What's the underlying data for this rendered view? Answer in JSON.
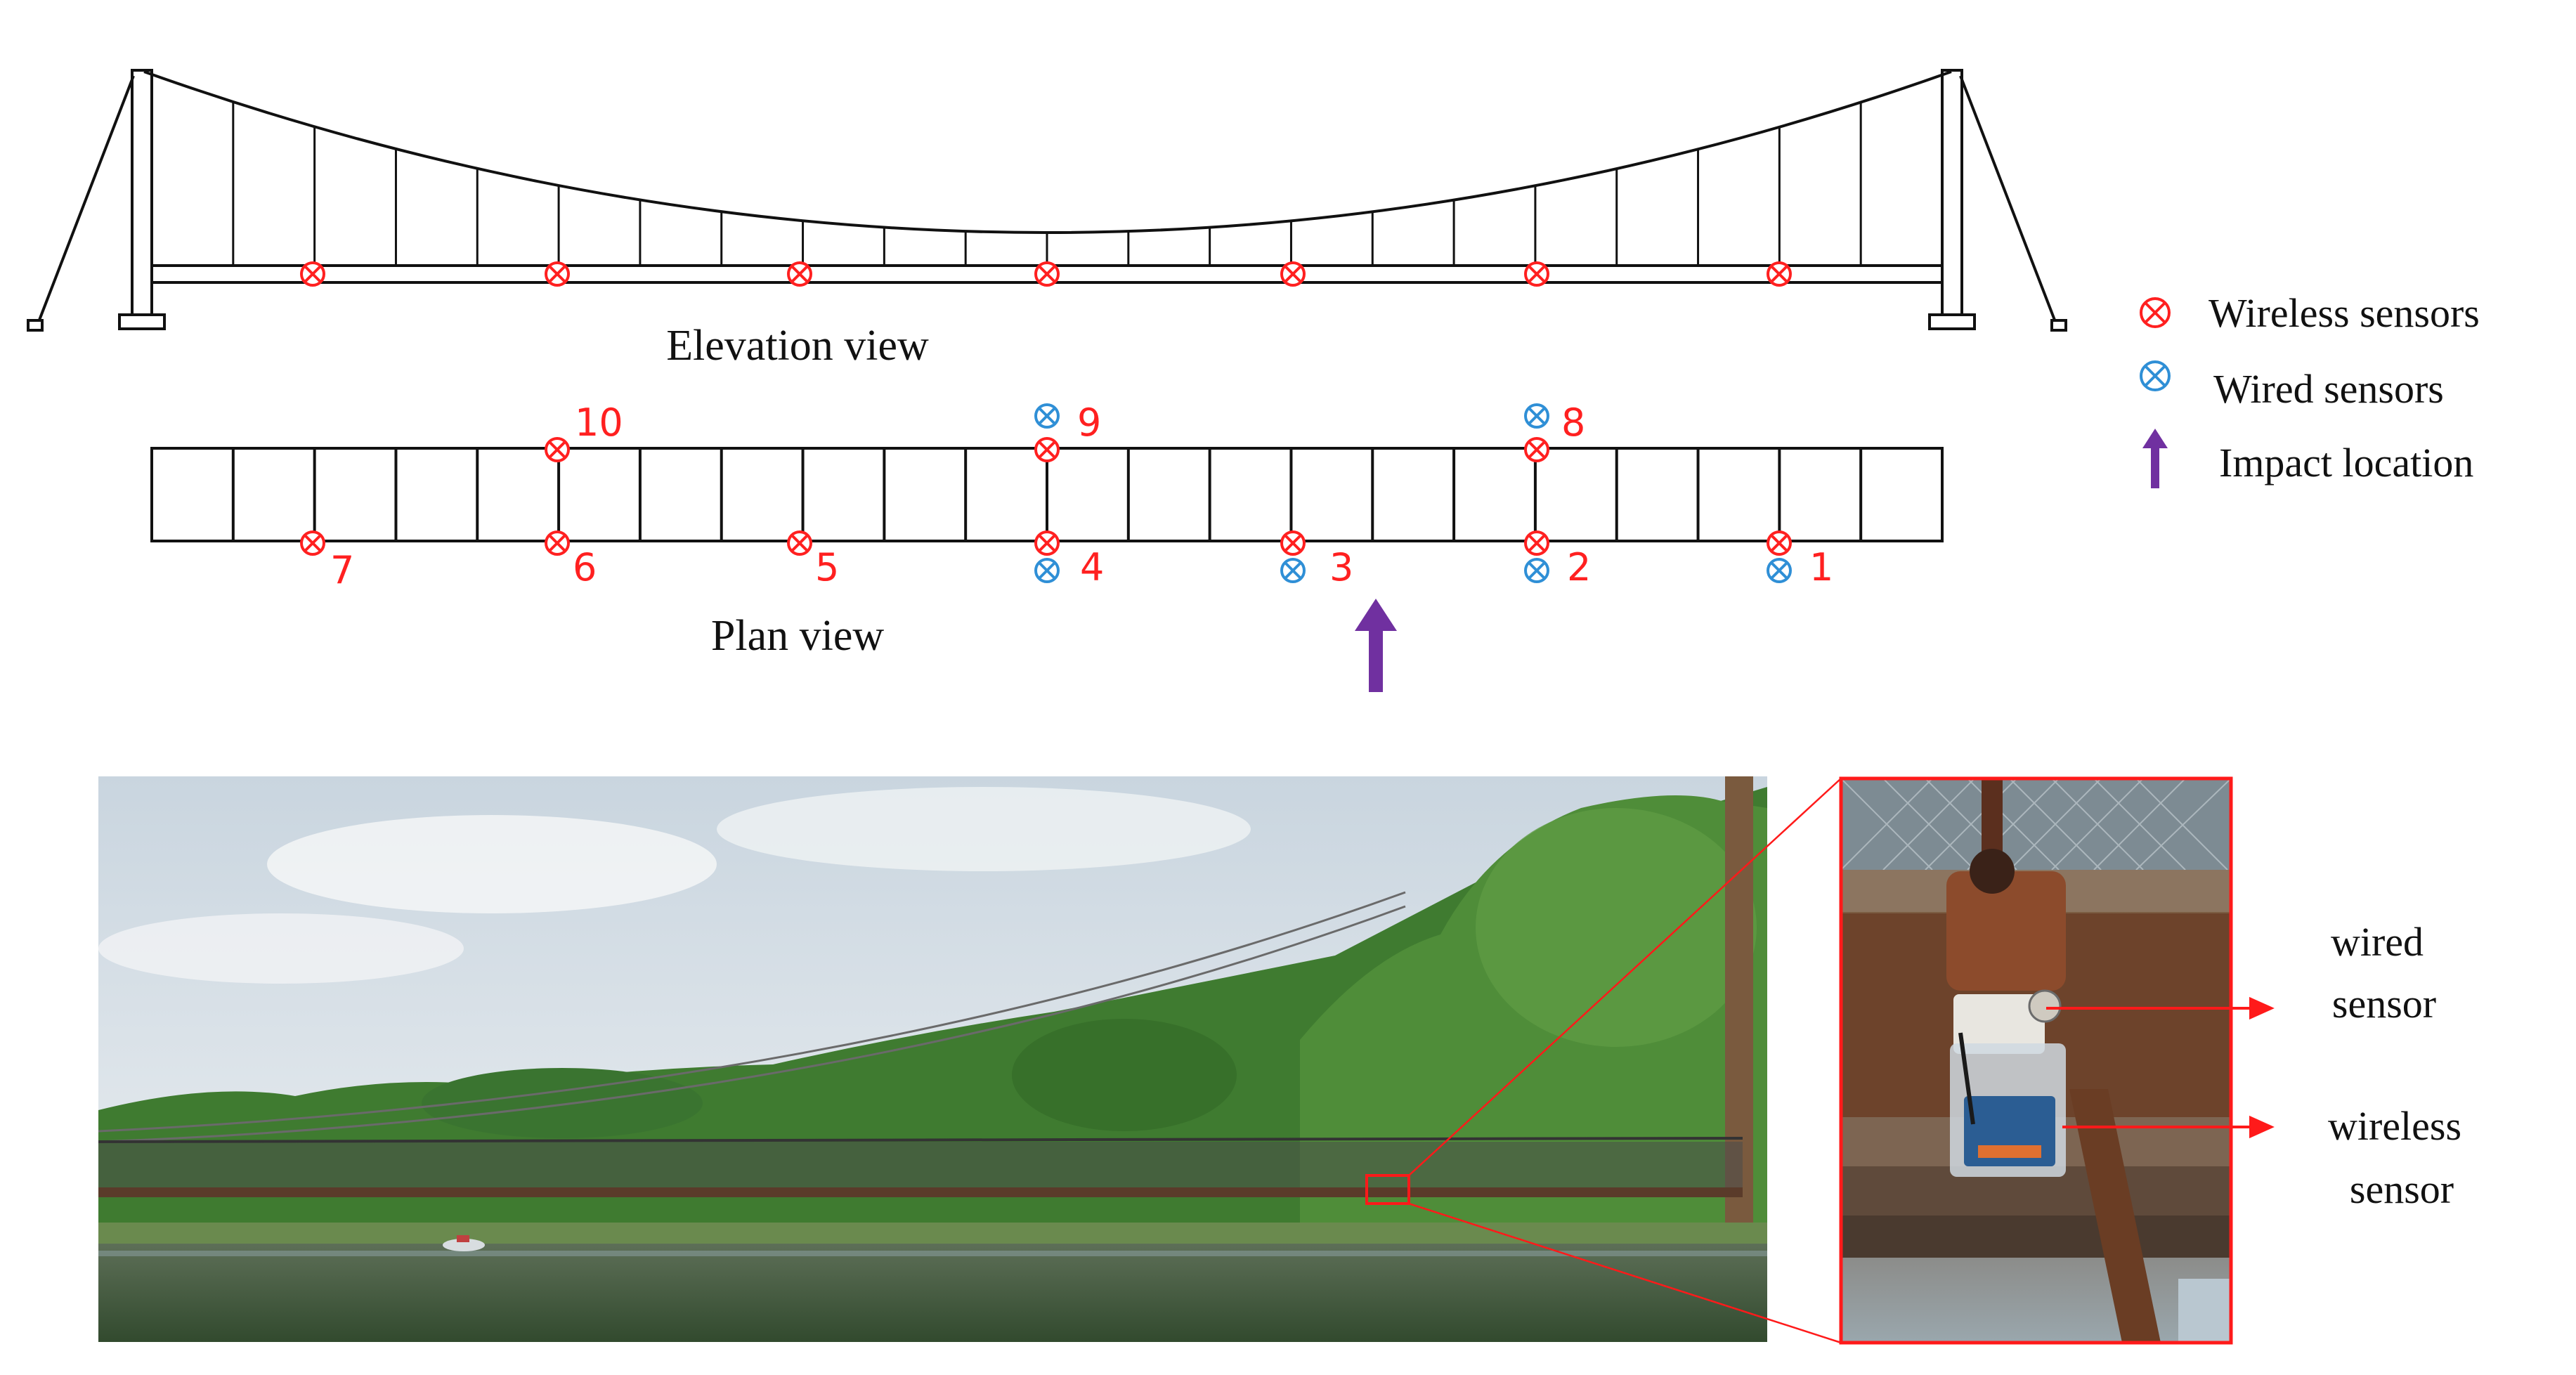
{
  "elevation": {
    "caption": "Elevation view"
  },
  "plan": {
    "caption": "Plan view",
    "sensor_labels": [
      "1",
      "2",
      "3",
      "4",
      "5",
      "6",
      "7",
      "8",
      "9",
      "10"
    ]
  },
  "legend": {
    "wireless": "Wireless sensors",
    "wired": "Wired sensors",
    "impact": "Impact location"
  },
  "photo_callouts": {
    "wired_line1": "wired",
    "wired_line2": "sensor",
    "wireless_line1": "wireless",
    "wireless_line2": "sensor"
  },
  "colors": {
    "wireless": "#ff2020",
    "wired": "#2f8fd6",
    "impact": "#7030a0",
    "structure": "#111111",
    "water": "#3f5a3a",
    "sky": "#e4e9ee",
    "trees": "#3e7a2e"
  },
  "icons": {
    "sensor": "circled-x-icon",
    "impact": "up-arrow-icon"
  }
}
